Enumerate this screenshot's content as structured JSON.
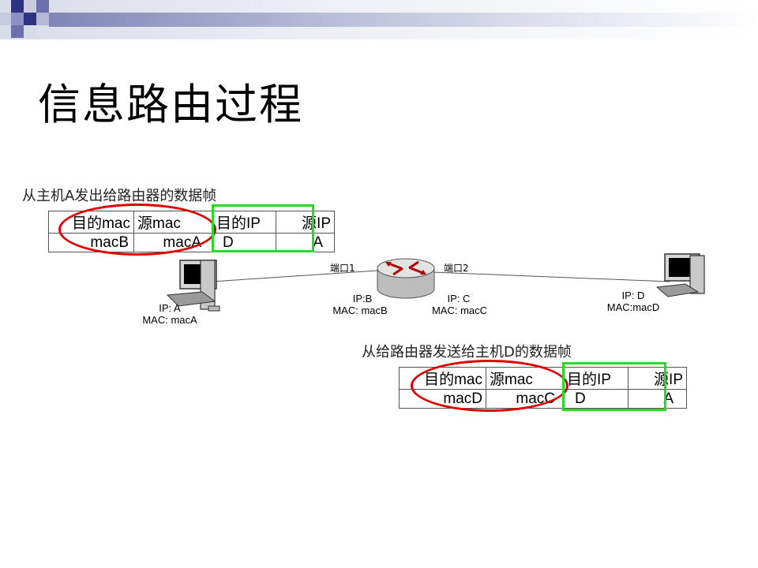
{
  "slide": {
    "title": "信息路由过程"
  },
  "frame_a": {
    "caption": "从主机A发出给路由器的数据帧",
    "headers": [
      "目的mac",
      "源mac",
      "目的IP",
      "源IP"
    ],
    "values": [
      "macB",
      "macA",
      "D",
      "A"
    ]
  },
  "frame_b": {
    "caption": "从给路由器发送给主机D的数据帧",
    "headers": [
      "目的mac",
      "源mac",
      "目的IP",
      "源IP"
    ],
    "values": [
      "macD",
      "macC",
      "D",
      "A"
    ]
  },
  "host_a": {
    "ip": "IP: A",
    "mac": "MAC: macA",
    "icon": "computer-icon"
  },
  "host_d": {
    "ip": "IP: D",
    "mac": "MAC:macD",
    "icon": "computer-icon"
  },
  "router": {
    "icon": "router-icon",
    "port1": "端口1",
    "port2": "端口2",
    "ip_b": "IP:B",
    "mac_b": "MAC: macB",
    "ip_c": "IP: C",
    "mac_c": "MAC: macC"
  },
  "colors": {
    "mac_highlight": "#e00000",
    "ip_highlight": "#22dd22",
    "header_accent": "#3a3f8f"
  }
}
